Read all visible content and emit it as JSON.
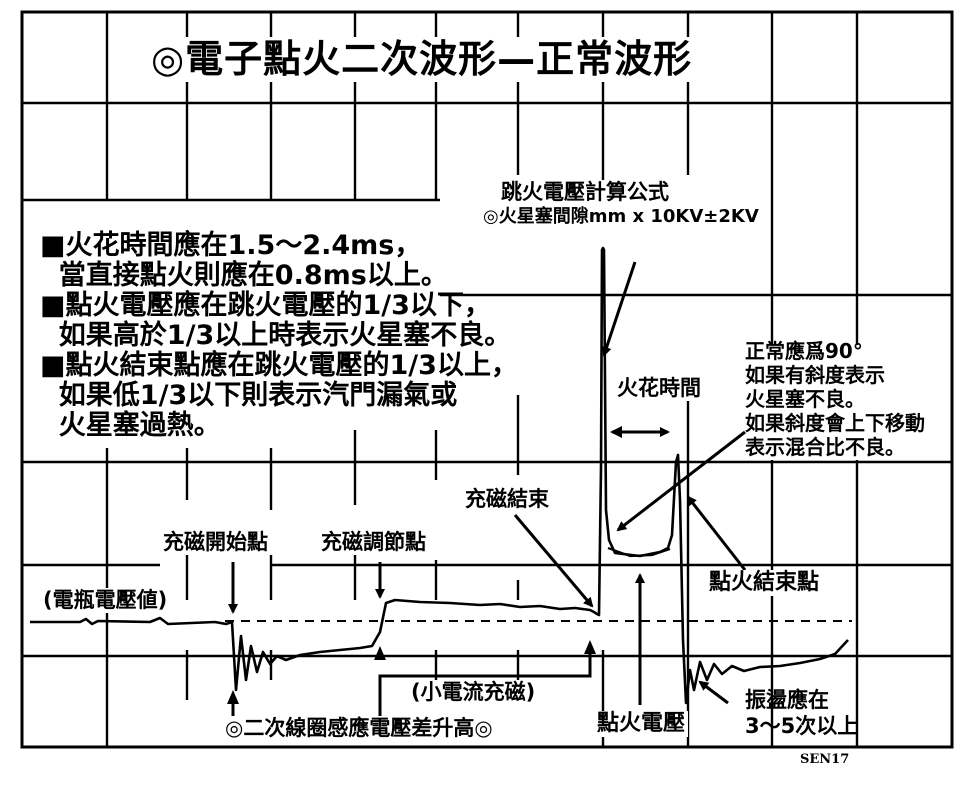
{
  "title": "◎電子點火二次波形—正常波形",
  "formula": {
    "line1": "跳火電壓計算公式",
    "line2": "◎火星塞間隙mm x 10KV±2KV"
  },
  "notes": [
    "■火花時間應在1.5～2.4ms，",
    "  當直接點火則應在0.8ms以上。",
    "■點火電壓應在跳火電壓的1/3以下，",
    "  如果高於1/3以上時表示火星塞不良。",
    "■點火結束點應在跳火電壓的1/3以上，",
    "  如果低1/3以下則表示汽門漏氣或",
    "  火星塞過熱。"
  ],
  "normal_notes": [
    "正常應爲90°",
    "如果有斜度表示",
    "火星塞不良。",
    "如果斜度會上下移動",
    "表示混合比不良。"
  ],
  "labels": {
    "spark_time": "火花時間",
    "charge_end": "充磁結束",
    "charge_start": "充磁開始點",
    "charge_adjust": "充磁調節點",
    "battery_voltage": "(電瓶電壓値)",
    "ignition_end": "點火結束點",
    "small_current": "(小電流充磁)",
    "coil_voltage": "◎二次線圈感應電壓差升高◎",
    "ignition_voltage": "點火電壓",
    "oscillation_line1": "振盪應在",
    "oscillation_line2": "3～5次以上",
    "code": "SEN17"
  },
  "colors": {
    "ink": "#000000",
    "paper": "#ffffff",
    "grid": "#000000"
  }
}
